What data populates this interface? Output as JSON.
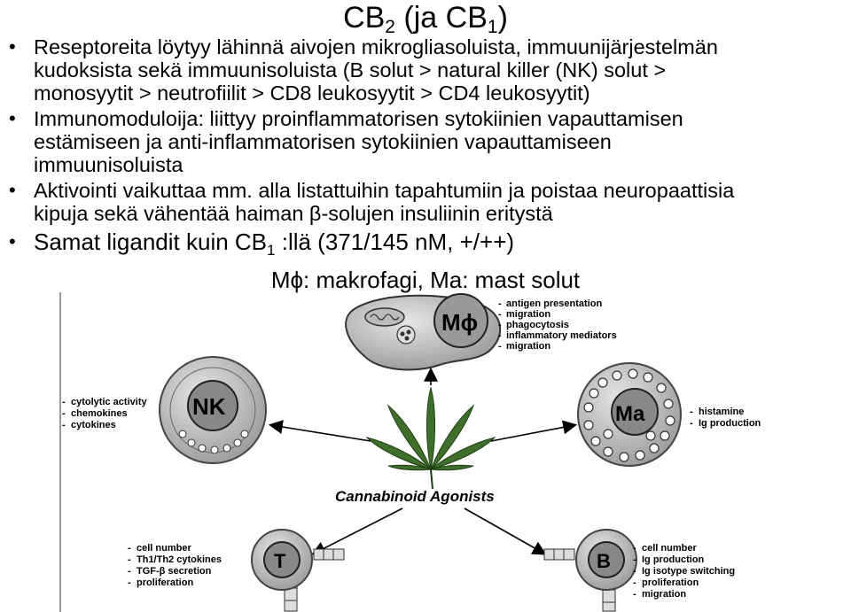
{
  "title": {
    "main": "CB",
    "sub1": "2",
    "mid": " (ja CB",
    "sub2": "1",
    "end": ")"
  },
  "bullets": [
    {
      "lines": [
        "Reseptoreita löytyy lähinnä aivojen mikrogliasoluista, immuunijärjestelmän",
        "kudoksista sekä immuunisoluista (B solut > natural killer (NK) solut >",
        "monosyytit > neutrofiilit > CD8 leukosyytit > CD4 leukosyytit)"
      ]
    },
    {
      "lines": [
        "Immunomoduloija: liittyy proinflammatorisen sytokiinien vapauttamisen",
        "estämiseen ja anti-inflammatorisen sytokiinien vapauttamiseen",
        "immuunisoluista"
      ]
    },
    {
      "lines": [
        "Aktivointi vaikuttaa mm. alla listattuihin tapahtumiin ja poistaa neuropaattisia",
        "kipuja sekä vähentää haiman β-solujen insuliinin eritystä"
      ]
    },
    {
      "pre": "Samat ligandit kuin CB",
      "sub": "1",
      "post": " :llä (371/145 nM, +/++)"
    }
  ],
  "note": "Mϕ: makrofagi, Ma: mast solut",
  "figure": {
    "center_label": "Cannabinoid Agonists",
    "macrophage": {
      "label": "Mϕ",
      "items": [
        "antigen presentation",
        "migration",
        "phagocytosis",
        "inflammatory mediators",
        "migration"
      ]
    },
    "nk": {
      "label": "NK",
      "items": [
        "cytolytic activity",
        "chemokines",
        "cytokines"
      ]
    },
    "mast": {
      "label": "Ma",
      "items": [
        "histamine",
        "Ig production"
      ]
    },
    "t_cell": {
      "label": "T",
      "items": [
        "cell number",
        "Th1/Th2 cytokines",
        "TGF-β secretion",
        "proliferation"
      ]
    },
    "b_cell": {
      "label": "B",
      "items": [
        "cell number",
        "Ig production",
        "Ig isotype switching",
        "proliferation",
        "migration"
      ]
    }
  },
  "colors": {
    "cell_gray": "#c9c9c9",
    "nucleus_gray": "#a8a8a8",
    "leaf_green": "#3f6e2a",
    "leaf_dark": "#1f3d14"
  }
}
